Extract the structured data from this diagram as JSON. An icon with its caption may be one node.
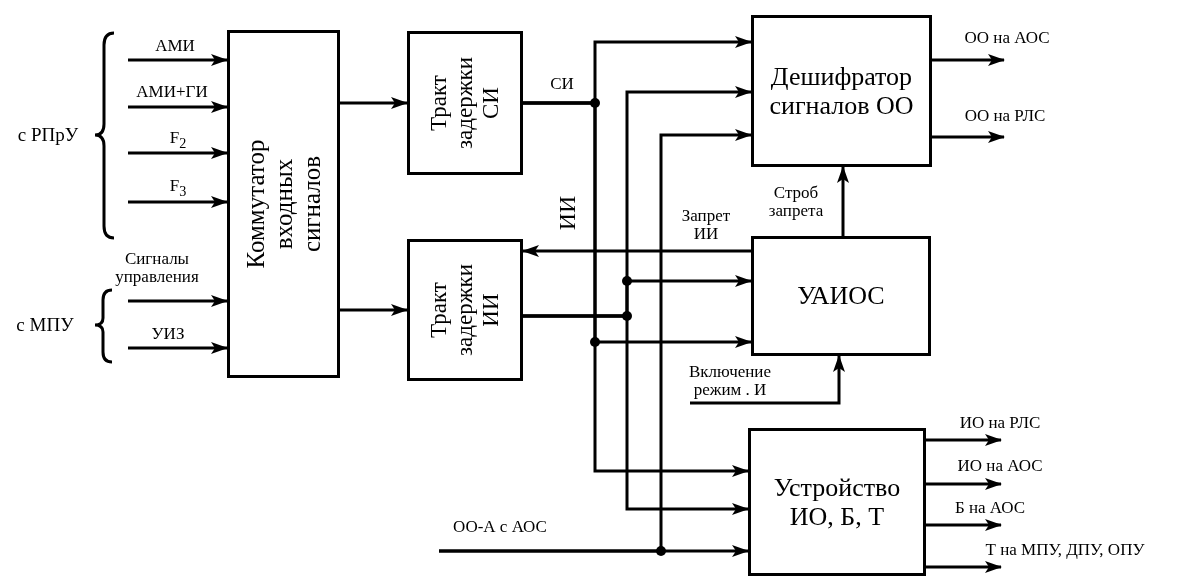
{
  "diagram": {
    "nodes": [
      {
        "text": [
          "Коммутатор входных сигналов"
        ]
      },
      {
        "text": [
          "Тракт задержки СИ"
        ]
      },
      {
        "text": [
          "Тракт задержки ИИ"
        ]
      },
      {
        "text": [
          "Дешифратор сигналов ОО"
        ]
      },
      {
        "text": [
          "УАИОС"
        ]
      },
      {
        "text": [
          "Устройство ИО, Б, Т"
        ]
      }
    ],
    "edges": [
      {
        "from": null,
        "to": 0,
        "arrow": "to",
        "label": "АМИ"
      },
      {
        "from": null,
        "to": 0,
        "arrow": "to",
        "label": "АМИ+ГИ"
      },
      {
        "from": null,
        "to": 0,
        "arrow": "to",
        "label": "F$_{2}$"
      },
      {
        "from": null,
        "to": 0,
        "arrow": "to",
        "label": "F$_{3}$"
      },
      {
        "from": null,
        "to": 0,
        "arrow": "to",
        "label": "Сигналы управления"
      },
      {
        "from": null,
        "to": 0,
        "arrow": "to",
        "label": "УИЗ"
      },
      {
        "from": 0,
        "to": 1,
        "arrow": "to"
      },
      {
        "from": 0,
        "to": 2,
        "arrow": "to"
      },
      {
        "from": 1,
        "to": 3,
        "arrow": "to",
        "label": "СИ"
      },
      {
        "from": 1,
        "to": 4,
        "arrow": "to"
      },
      {
        "from": 1,
        "to": 5,
        "arrow": "to"
      },
      {
        "from": 2,
        "to": 3,
        "arrow": "to"
      },
      {
        "from": 2,
        "to": 4,
        "arrow": "to"
      },
      {
        "from": 2,
        "to": 5,
        "arrow": "to"
      },
      {
        "from": null,
        "to": 3,
        "arrow": "to"
      },
      {
        "from": null,
        "to": 5,
        "arrow": "to",
        "label": "ОО-А с АОС"
      },
      {
        "from": 4,
        "to": 2,
        "arrow": "to",
        "label": "Запрет ИИ"
      },
      {
        "from": 4,
        "to": 3,
        "arrow": "to",
        "label": "Строб запрета"
      },
      {
        "from": null,
        "to": 4,
        "arrow": "to",
        "label": "Включение режим . И"
      },
      {
        "from": 3,
        "to": null,
        "arrow": "to",
        "label": "ОО на АОС"
      },
      {
        "from": 3,
        "to": null,
        "arrow": "to",
        "label": "ОО на РЛС"
      },
      {
        "from": 5,
        "to": null,
        "arrow": "to",
        "label": "ИО на РЛС"
      },
      {
        "from": 5,
        "to": null,
        "arrow": "to",
        "label": "ИО на АОС"
      },
      {
        "from": 5,
        "to": null,
        "arrow": "to",
        "label": "Б на АОС"
      },
      {
        "from": 5,
        "to": null,
        "arrow": "to",
        "label": "Т на МПУ, ДПУ, ОПУ"
      }
    ],
    "labels": [
      "с РПрУ",
      "с МПУ",
      "ИИ"
    ]
  }
}
